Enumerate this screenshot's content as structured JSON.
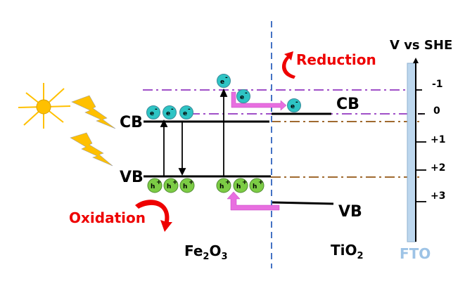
{
  "diagram": {
    "materials": {
      "left": {
        "name": "Fe",
        "sub1": "2",
        "mid": "O",
        "sub2": "3"
      },
      "right": {
        "name": "Ti",
        "mid": "O",
        "sub1": "2"
      },
      "substrate": "FTO"
    },
    "bands": {
      "cb_label": "CB",
      "vb_label": "VB",
      "tio2_cb_label": "CB",
      "tio2_vb_label": "VB"
    },
    "processes": {
      "reduction": "Reduction",
      "oxidation": "Oxidation"
    },
    "axis": {
      "title": "V vs SHE",
      "ticks": [
        "-1",
        "0",
        "+1",
        "+2",
        "+3"
      ]
    },
    "particles": {
      "electron": "e",
      "electron_sup": "-",
      "hole": "h",
      "hole_sup": "+"
    },
    "colors": {
      "electron": "#2ec4c4",
      "hole": "#7ccc45",
      "pink_arrow": "#e86fe0",
      "purple_dash": "#a050c8",
      "brown_dash": "#a06a30",
      "blue_dash": "#4472c4",
      "sun": "#ffc000",
      "fto_bar": "#bdd7ee",
      "red": "#ee0000"
    }
  }
}
